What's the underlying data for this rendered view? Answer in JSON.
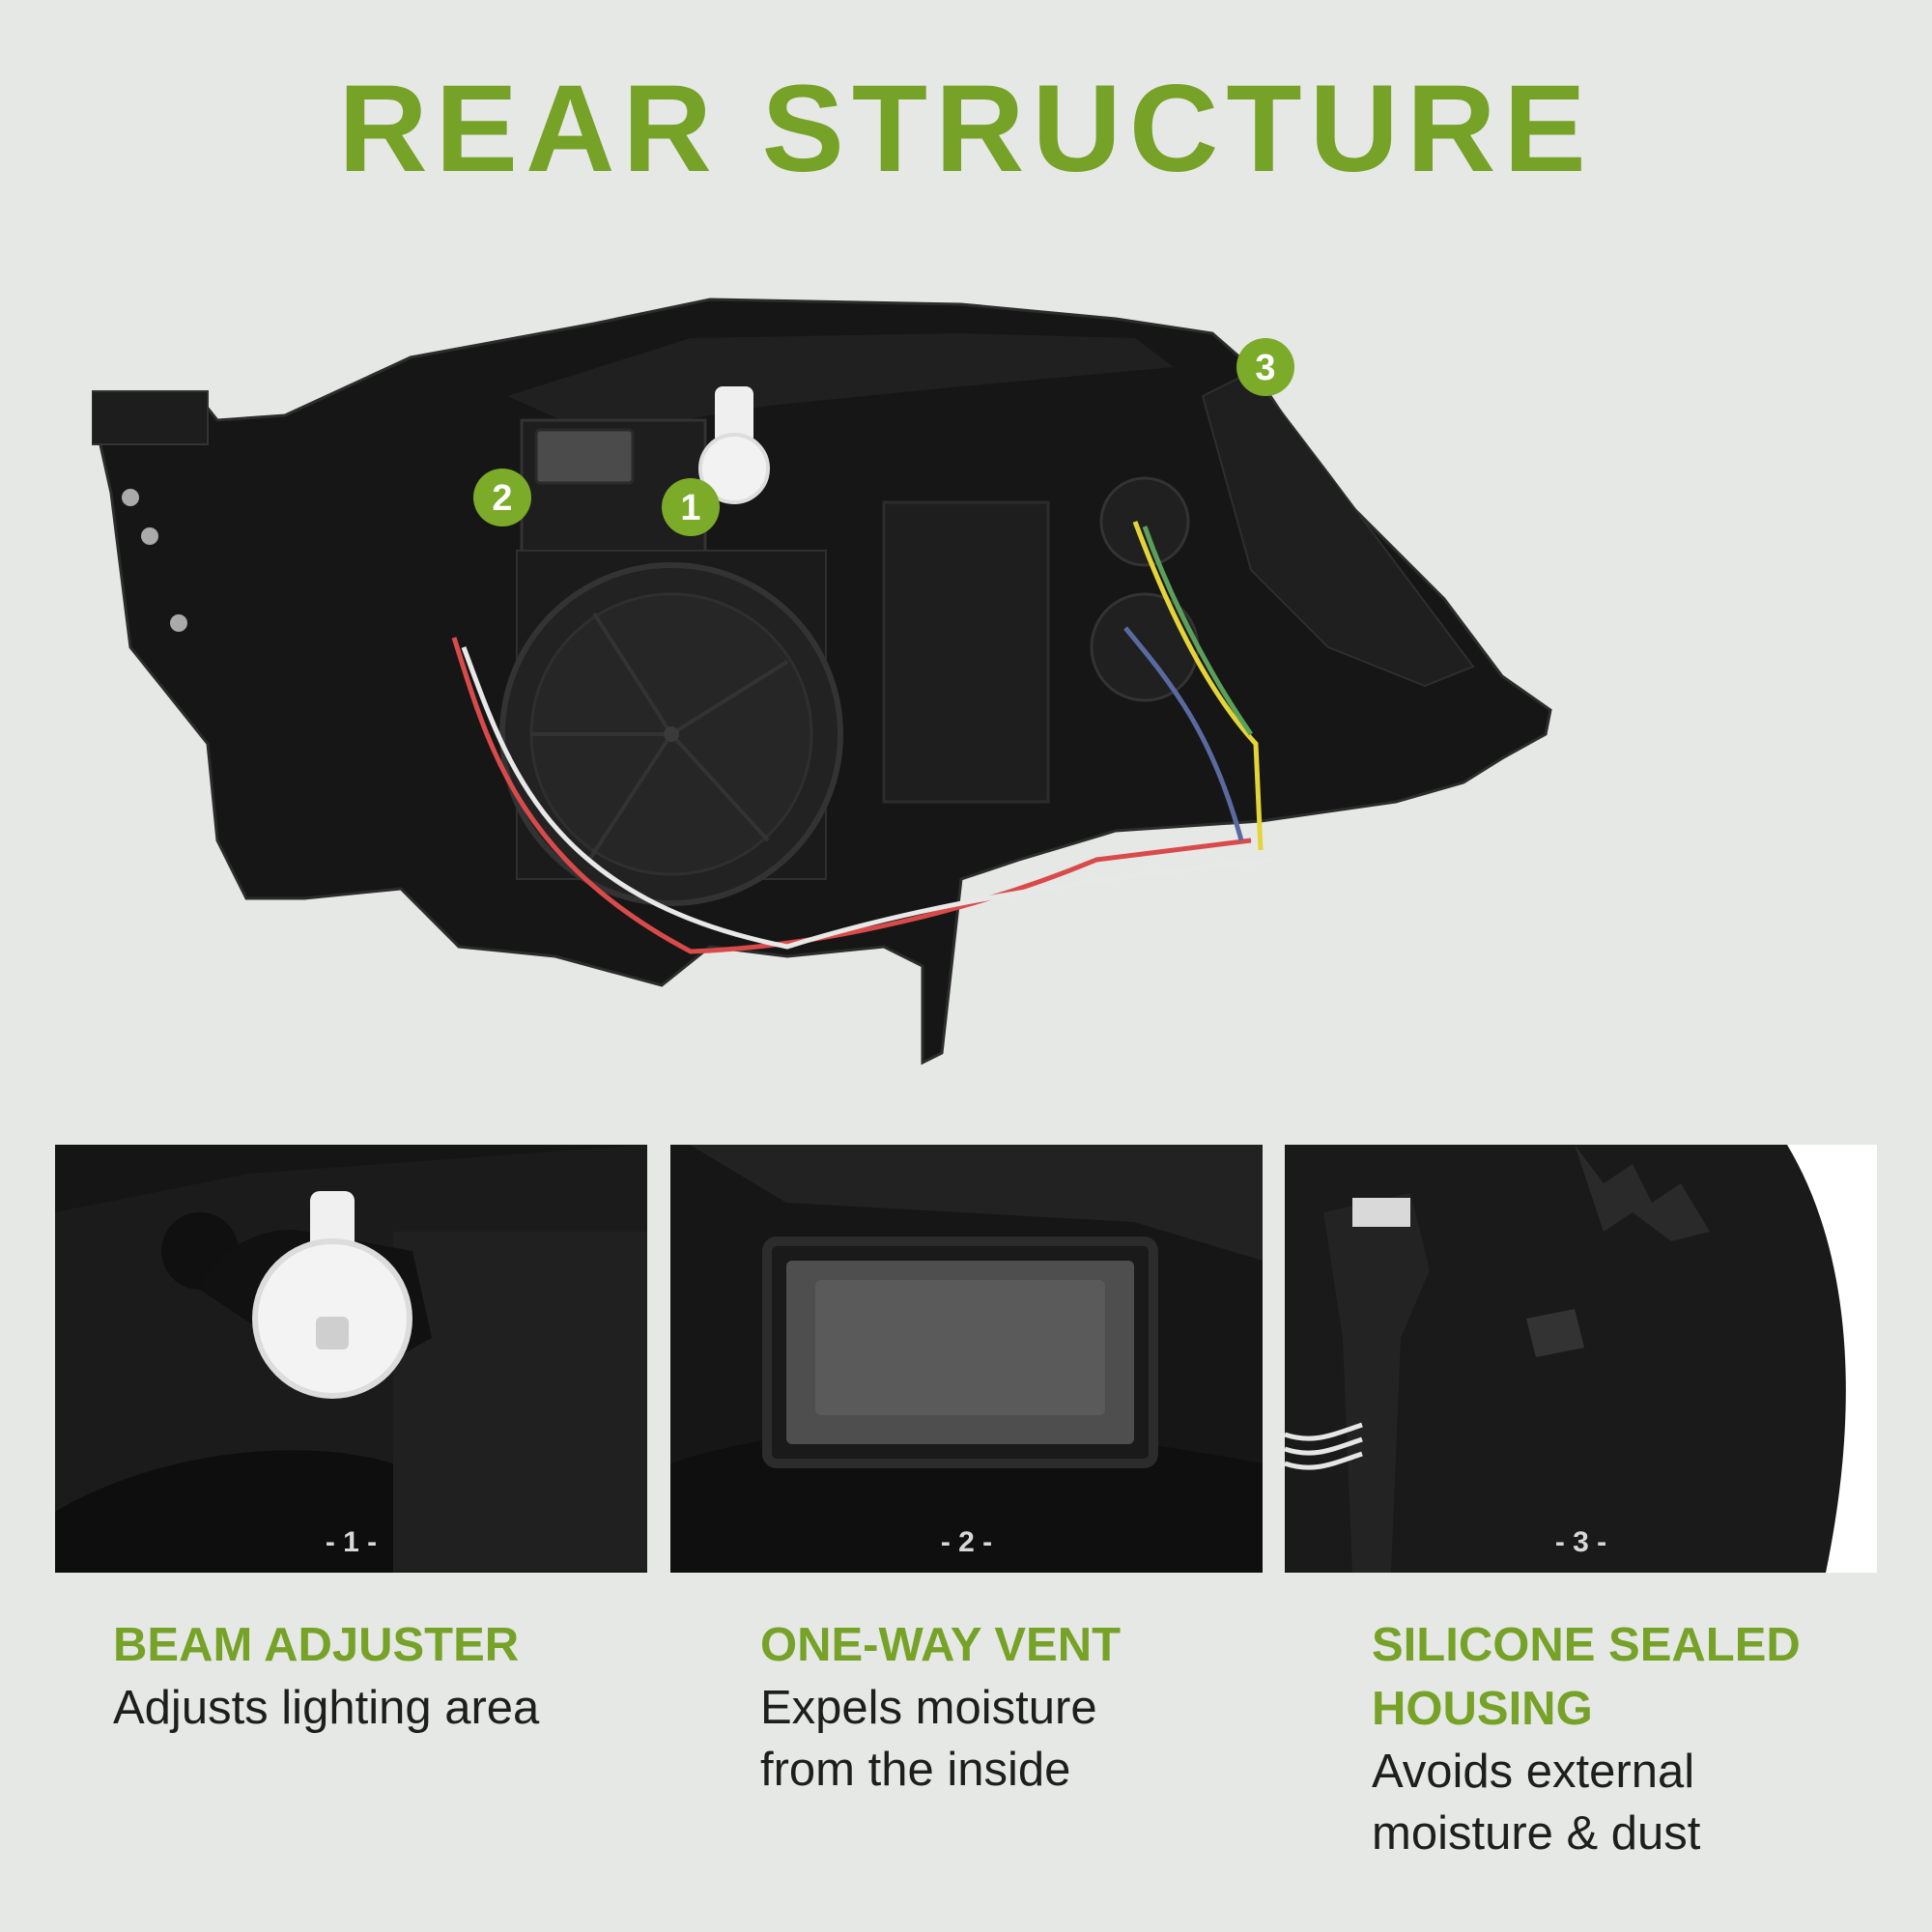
{
  "title": "REAR STRUCTURE",
  "colors": {
    "accent": "#76a227",
    "background": "#e6e8e6",
    "housing": "#1a1a1a"
  },
  "markers": [
    "1",
    "2",
    "3"
  ],
  "panels": [
    {
      "number": "- 1 -"
    },
    {
      "number": "- 2 -"
    },
    {
      "number": "- 3 -"
    }
  ],
  "features": [
    {
      "title": "BEAM ADJUSTER",
      "description": "Adjusts lighting area"
    },
    {
      "title": "ONE-WAY VENT",
      "description": "Expels moisture from the inside"
    },
    {
      "title": "SILICONE SEALED HOUSING",
      "description": "Avoids external moisture & dust"
    }
  ]
}
